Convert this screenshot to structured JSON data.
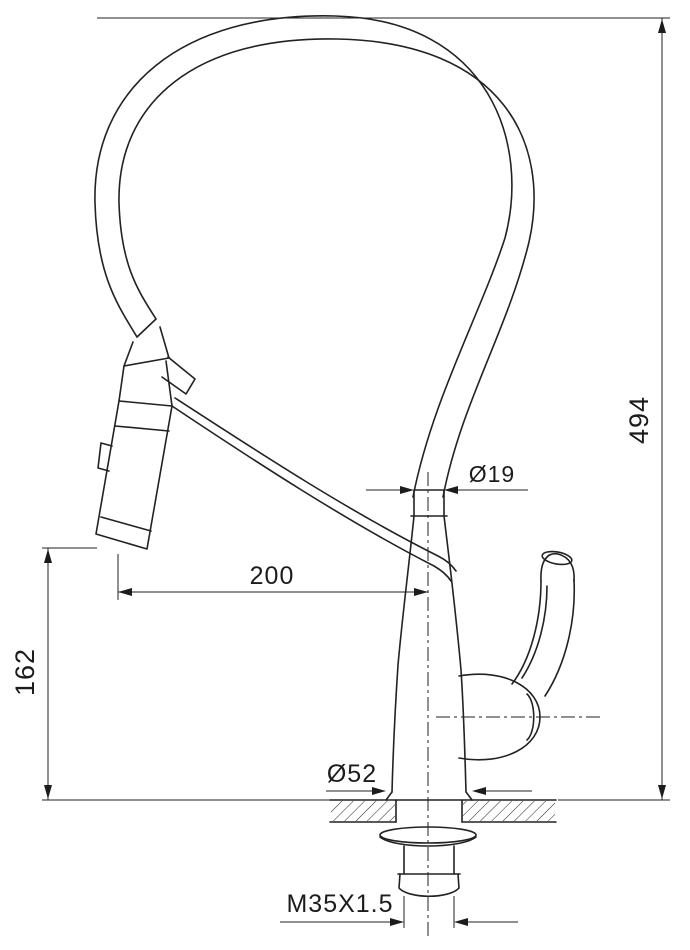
{
  "drawing": {
    "dimensions": {
      "overall_height": "494",
      "spout_outlet_height": "162",
      "reach": "200",
      "hose_diameter": "Ø19",
      "base_diameter": "Ø52",
      "mount_thread": "M35X1.5"
    }
  }
}
